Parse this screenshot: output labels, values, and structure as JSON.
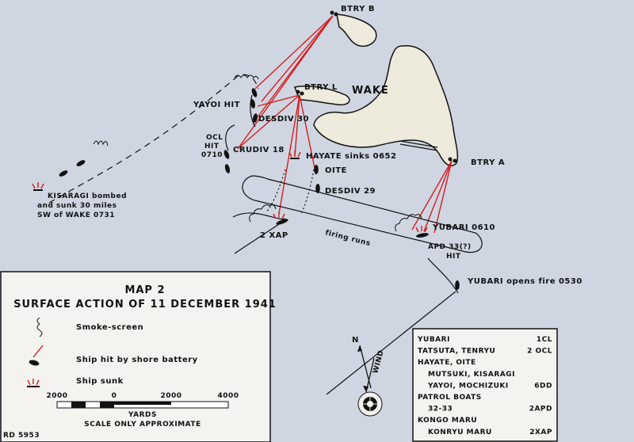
{
  "map": {
    "island_label": "WAKE",
    "batteries": {
      "b": "BTRY B",
      "l": "BTRY L",
      "a": "BTRY A"
    },
    "ship_labels": {
      "yayoi": "YAYOI HIT",
      "desdiv30": "DESDIV 30",
      "ocl_hit_1": "OCL",
      "ocl_hit_2": "HIT",
      "ocl_hit_3": "0710",
      "crudiv": "CRUDIV 18",
      "hayate": "HAYATE sinks 0652",
      "oite": "OITE",
      "desdiv29": "DESDIV 29",
      "kisaragi_1": "KISARAGI bombed",
      "kisaragi_2": "and sunk 30 miles",
      "kisaragi_3": "SW of WAKE 0731",
      "xap": "2 XAP",
      "firing_runs": "firing runs",
      "yubari_0610": "YUBARI 0610",
      "apd_1": "APD 33(?)",
      "apd_2": "HIT",
      "yubari_open": "YUBARI opens fire 0530"
    },
    "compass": {
      "north": "N",
      "wind": "WIND"
    }
  },
  "legend": {
    "title_1": "MAP 2",
    "title_2": "SURFACE ACTION OF 11 DECEMBER 1941",
    "items": [
      "Smoke-screen",
      "Ship hit by shore battery",
      "Ship sunk"
    ],
    "scale": {
      "ticks": [
        "2000",
        "0",
        "2000",
        "4000"
      ],
      "unit": "YARDS",
      "note": "SCALE ONLY APPROXIMATE"
    }
  },
  "order_of_battle": [
    {
      "name": "YUBARI",
      "type": "1CL"
    },
    {
      "name": "TATSUTA, TENRYU",
      "type": "2 OCL"
    },
    {
      "name": "HAYATE, OITE",
      "type": ""
    },
    {
      "name": "MUTSUKI, KISARAGI",
      "type": ""
    },
    {
      "name": "YAYOI, MOCHIZUKI",
      "type": "6DD"
    },
    {
      "name": "PATROL BOATS",
      "type": ""
    },
    {
      "name": "32-33",
      "type": "2APD"
    },
    {
      "name": "KONGO MARU",
      "type": ""
    },
    {
      "name": "KONRYU MARU",
      "type": "2XAP"
    }
  ],
  "ref": "RD 5953",
  "colors": {
    "fire": "#d21e1e",
    "paper": "#cfd6e2",
    "island": "#eeeadc"
  }
}
